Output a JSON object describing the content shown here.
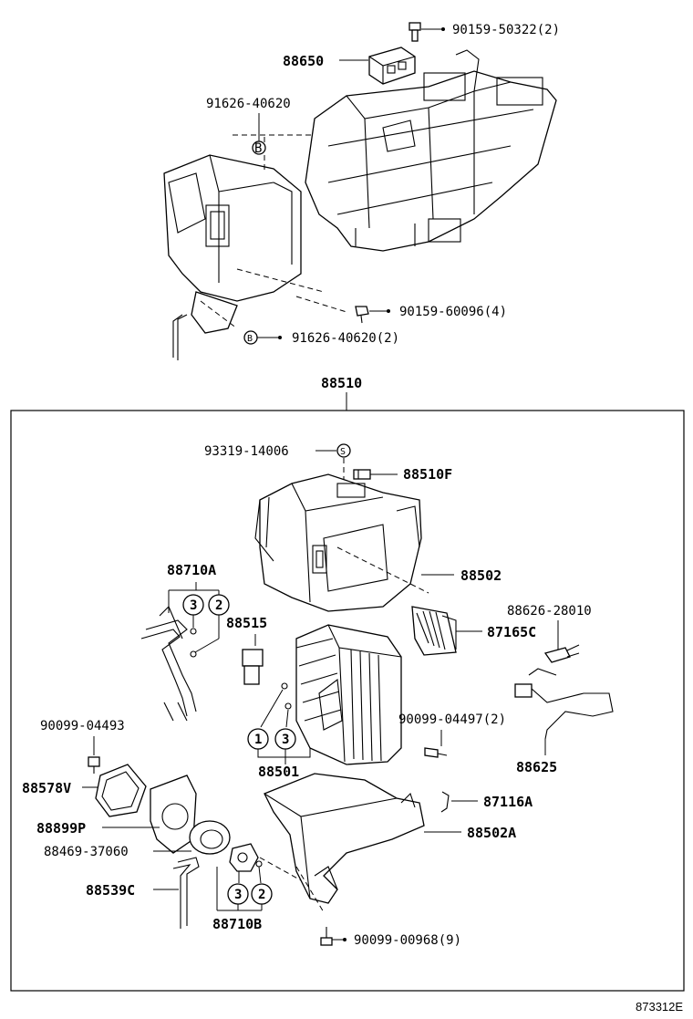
{
  "diagram": {
    "figure_code": "873312E",
    "assembly_label": "88510",
    "callouts": [
      {
        "id": "c-9015950322",
        "text": "90159-50322(2)"
      },
      {
        "id": "c-88650",
        "text": "88650"
      },
      {
        "id": "c-9162640620",
        "text": "91626-40620"
      },
      {
        "id": "c-9015960096",
        "text": "90159-60096(4)"
      },
      {
        "id": "c-9162640620x2",
        "text": "91626-40620(2)"
      },
      {
        "id": "c-9331914006",
        "text": "93319-14006"
      },
      {
        "id": "c-88510F",
        "text": "88510F"
      },
      {
        "id": "c-88710A",
        "text": "88710A"
      },
      {
        "id": "c-88502",
        "text": "88502"
      },
      {
        "id": "c-8862628010",
        "text": "88626-28010"
      },
      {
        "id": "c-88515",
        "text": "88515"
      },
      {
        "id": "c-87165C",
        "text": "87165C"
      },
      {
        "id": "c-9009904493",
        "text": "90099-04493"
      },
      {
        "id": "c-9009904497",
        "text": "90099-04497(2)"
      },
      {
        "id": "c-88501",
        "text": "88501"
      },
      {
        "id": "c-88625",
        "text": "88625"
      },
      {
        "id": "c-88578V",
        "text": "88578V"
      },
      {
        "id": "c-87116A",
        "text": "87116A"
      },
      {
        "id": "c-88899P",
        "text": "88899P"
      },
      {
        "id": "c-88502A",
        "text": "88502A"
      },
      {
        "id": "c-8846937060",
        "text": "88469-37060"
      },
      {
        "id": "c-88539C",
        "text": "88539C"
      },
      {
        "id": "c-88710B",
        "text": "88710B"
      },
      {
        "id": "c-9009900968",
        "text": "90099-00968(9)"
      }
    ],
    "markers": {
      "b": "B",
      "s": "S",
      "one": "1",
      "two": "2",
      "three": "3"
    }
  }
}
